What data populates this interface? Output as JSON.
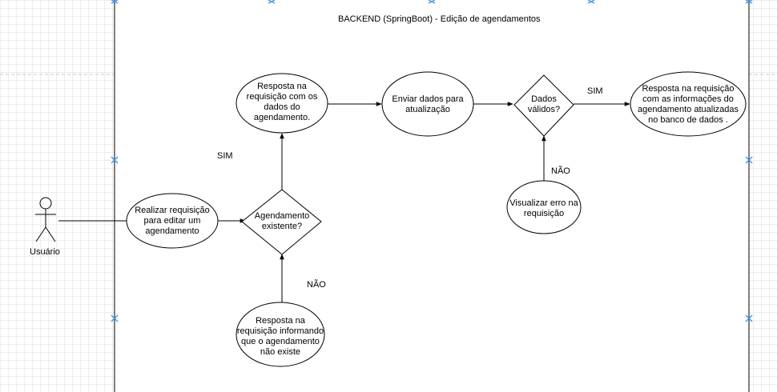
{
  "title": "BACKEND (SpringBoot) - Edição de agendamentos",
  "actor": {
    "label": "Usuário"
  },
  "nodes": {
    "realizar": "Realizar requisição\npara editar um\nagendamento",
    "agendamento_existente": "Agendamento\nexistente?",
    "resposta_dados": "Resposta na\nrequisição com os\ndados do\nagendamento.",
    "resposta_nao_existe": "Resposta na\nrequisição informando\nque o agendamento\nnão existe",
    "enviar_dados": "Enviar dados para\natualização",
    "dados_validos": "Dados\nválidos?",
    "visualizar_erro": "Visualizar erro na\nrequisição",
    "resposta_atualizadas": "Resposta na requisição\ncom as informações do\nagendamento atualizadas\nno banco de dados ."
  },
  "edge_labels": {
    "sim_1": "SIM",
    "nao_1": "NÃO",
    "sim_2": "SIM",
    "nao_2": "NÃO"
  },
  "colors": {
    "stroke": "#000000",
    "grid": "#ececec",
    "handle": "#4a9be8"
  }
}
